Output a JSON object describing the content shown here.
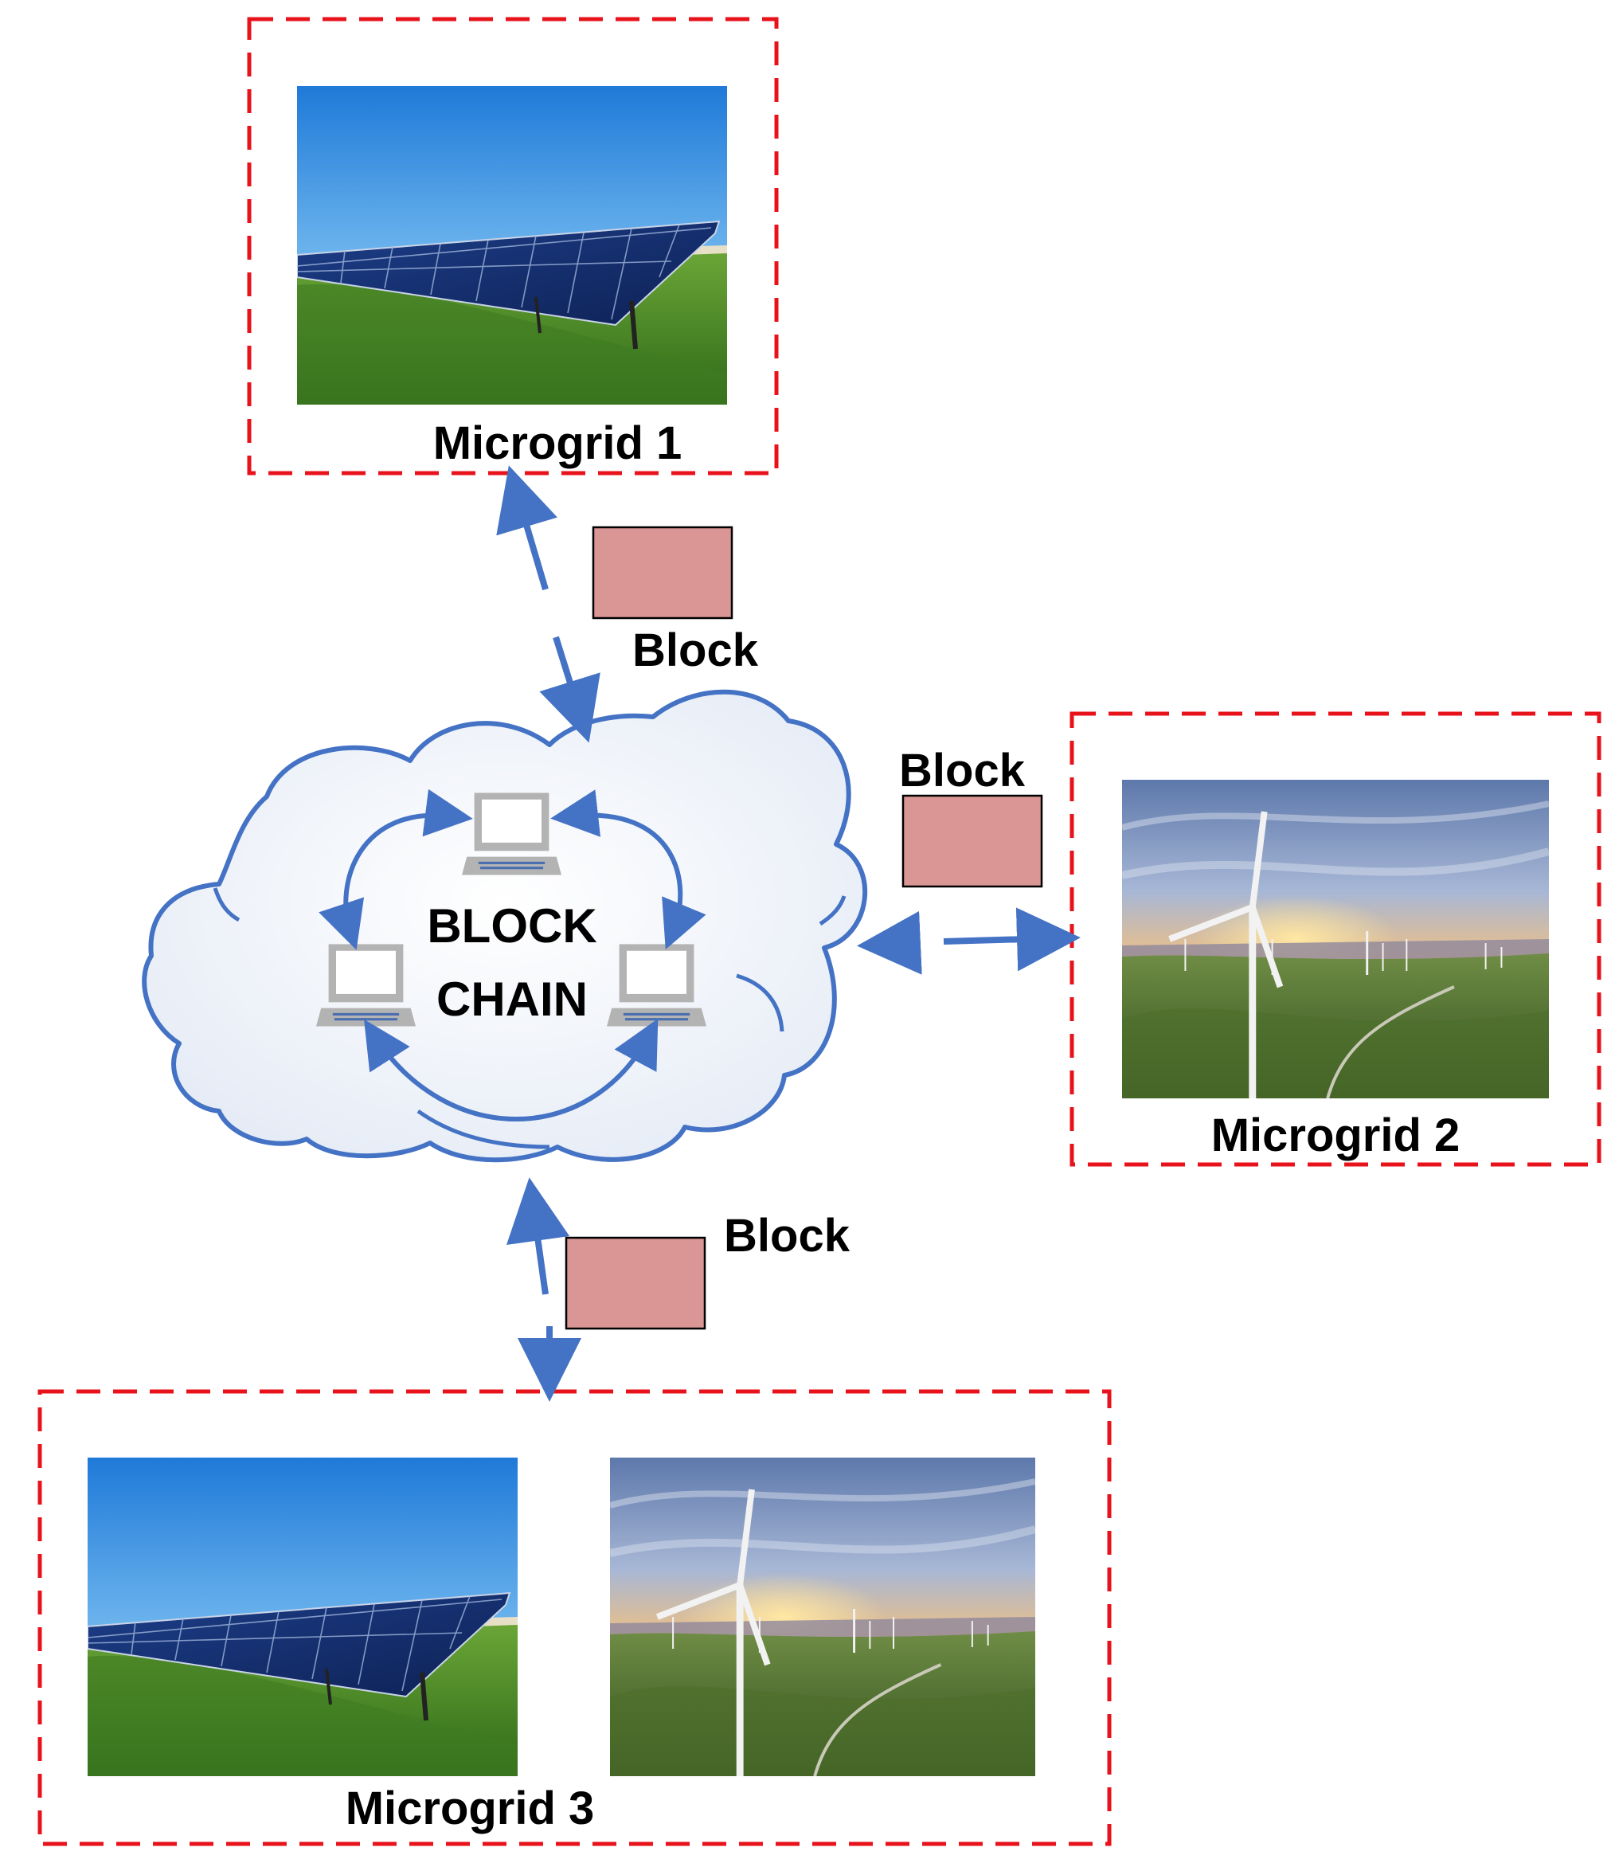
{
  "microgrids": {
    "mg1": {
      "label": "Microgrid 1",
      "images": [
        "solar-panel"
      ]
    },
    "mg2": {
      "label": "Microgrid 2",
      "images": [
        "wind-turbines"
      ]
    },
    "mg3": {
      "label": "Microgrid 3",
      "images": [
        "solar-panel",
        "wind-turbines"
      ]
    }
  },
  "cloud": {
    "line1": "BLOCK",
    "line2": "CHAIN",
    "icons": [
      "laptop-icon",
      "laptop-icon",
      "laptop-icon"
    ]
  },
  "blocks": {
    "b1": "Block",
    "b2": "Block",
    "b3": "Block"
  },
  "colors": {
    "dash": "#e8121b",
    "arrow": "#4472c4",
    "block_fill": "#d99694",
    "cloud_fill": "#eef2fa",
    "laptop": "#b0b0b0"
  }
}
